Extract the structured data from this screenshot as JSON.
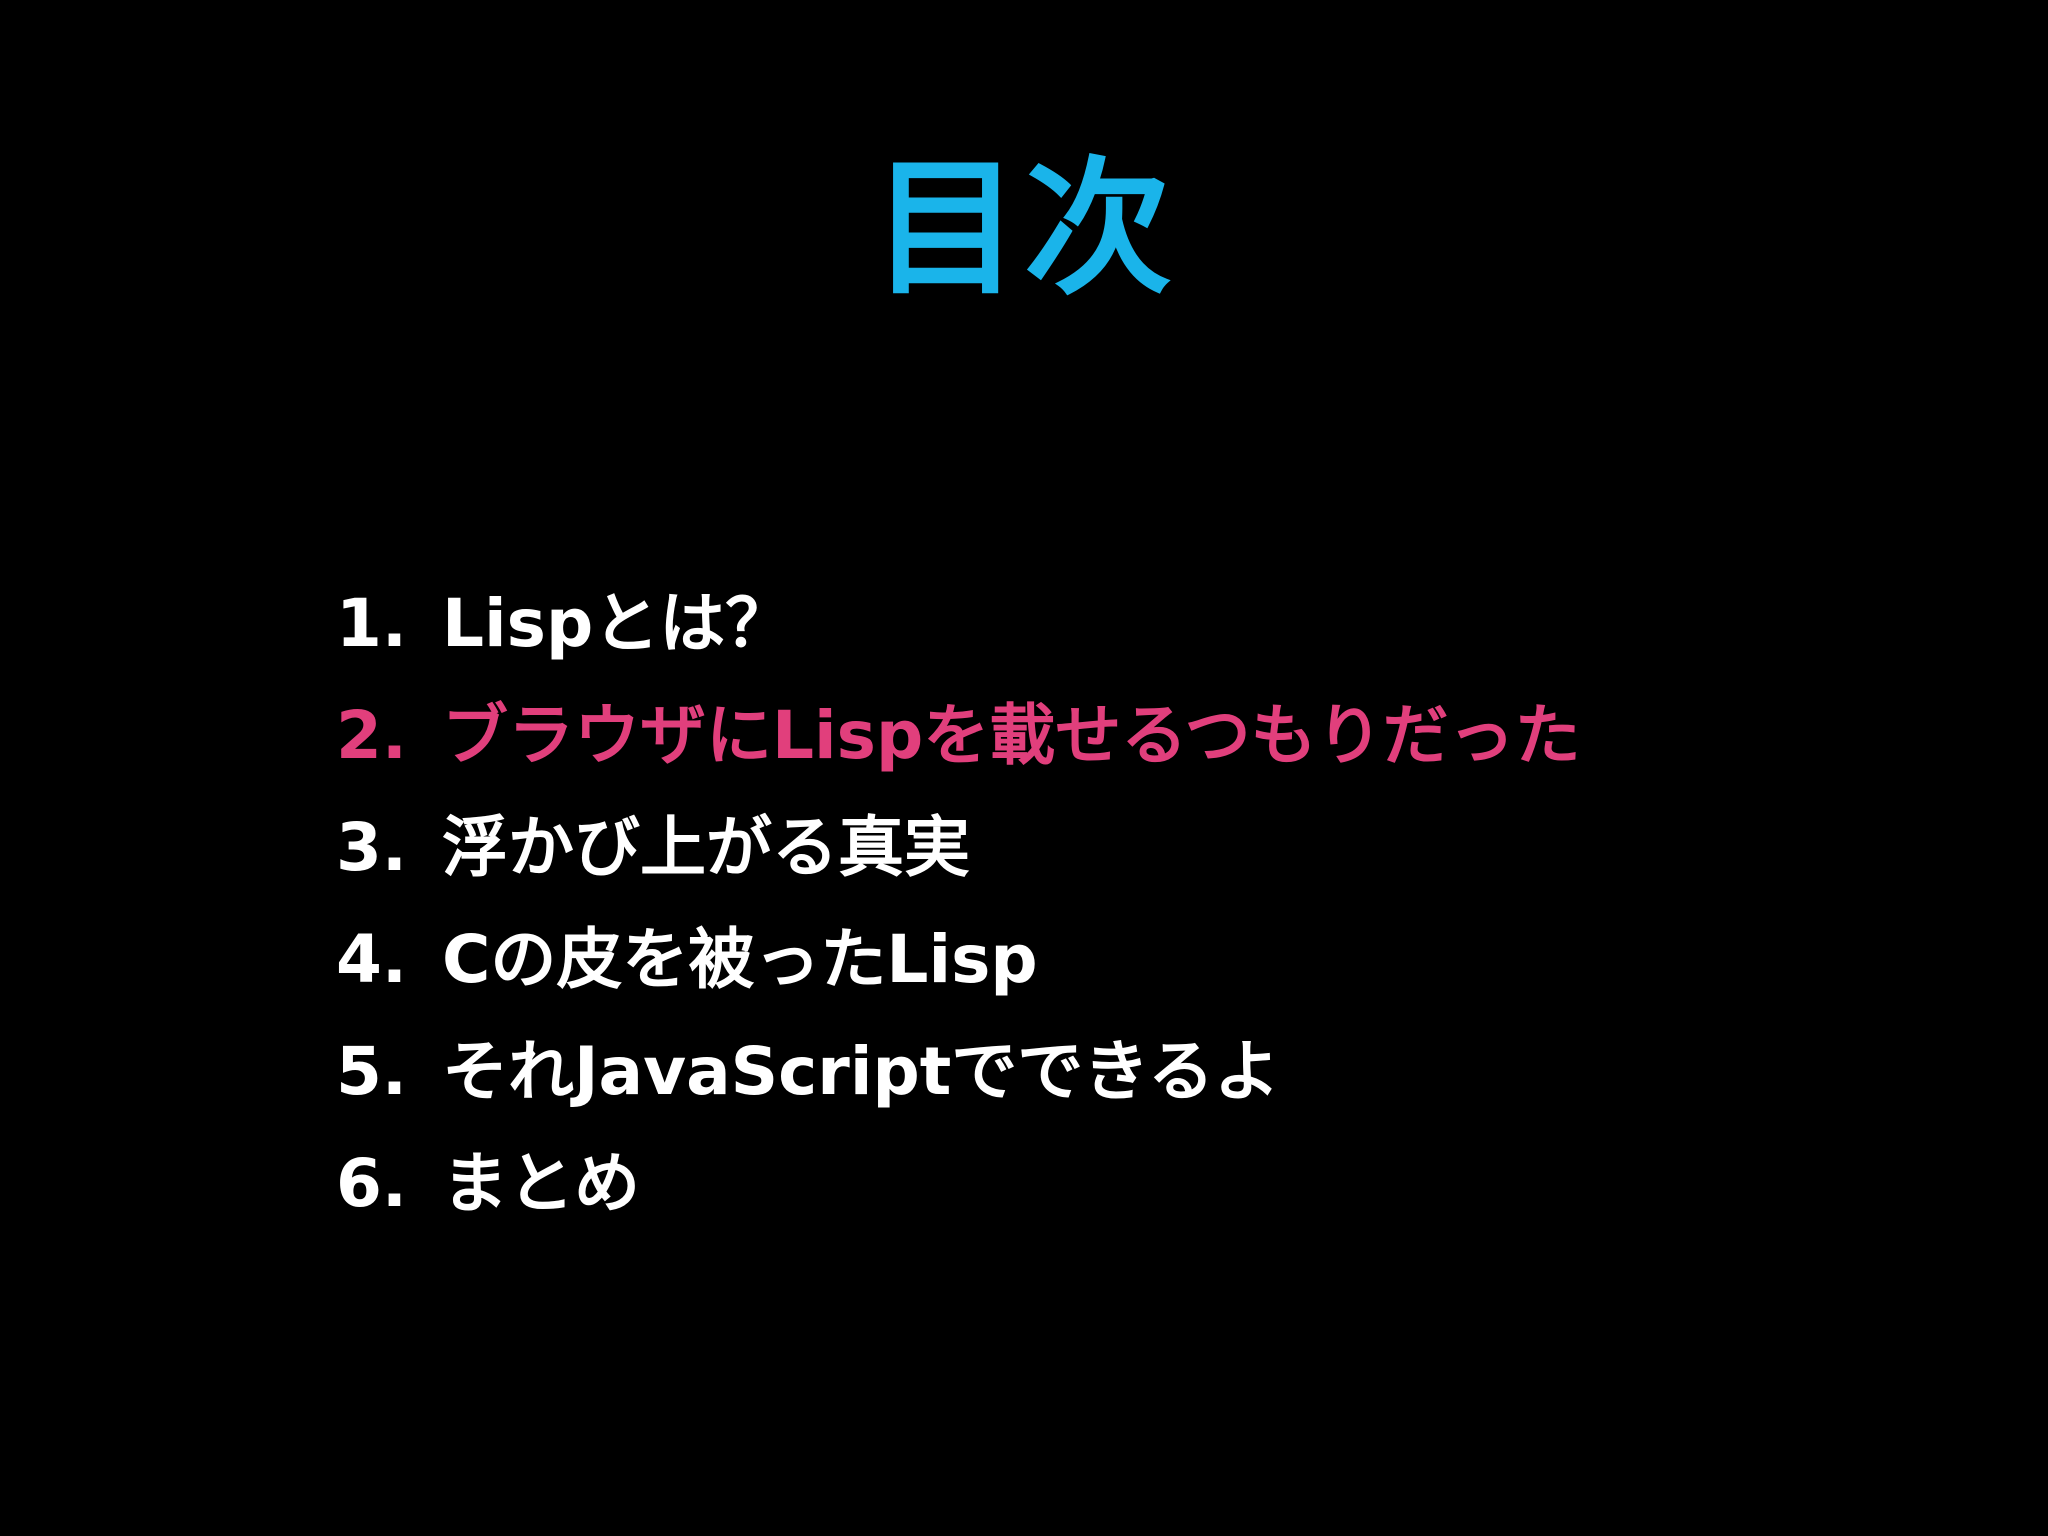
{
  "slide": {
    "title": "目次",
    "title_color": "#1ab4ea",
    "text_color": "#ffffff",
    "highlight_color": "#e13f7c",
    "background_color": "#000000",
    "items": [
      {
        "number": "1.",
        "label": "Lispとは？",
        "highlighted": false
      },
      {
        "number": "2.",
        "label": "ブラウザにLispを載せるつもりだった",
        "highlighted": true
      },
      {
        "number": "3.",
        "label": "浮かび上がる真実",
        "highlighted": false
      },
      {
        "number": "4.",
        "label": "Cの皮を被ったLisp",
        "highlighted": false
      },
      {
        "number": "5.",
        "label": "それJavaScriptでできるよ",
        "highlighted": false
      },
      {
        "number": "6.",
        "label": "まとめ",
        "highlighted": false
      }
    ]
  }
}
